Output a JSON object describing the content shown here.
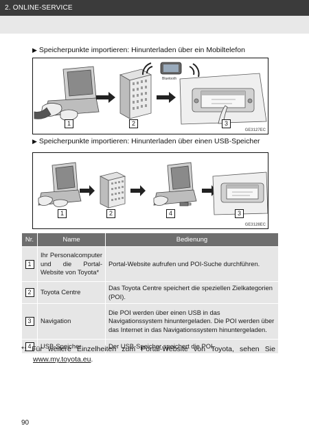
{
  "header": {
    "section": "2. ONLINE-SERVICE"
  },
  "figure1": {
    "caption": "Speicherpunkte importieren: Hinunterladen über ein Mobiltelefon",
    "bluetooth_label": "Bluetooth",
    "numbers": [
      "1",
      "2",
      "3"
    ],
    "code": "GE3127EC"
  },
  "figure2": {
    "caption": "Speicherpunkte importieren: Hinunterladen über einen USB-Speicher",
    "numbers": [
      "1",
      "2",
      "4",
      "3"
    ],
    "code": "GE3128EC"
  },
  "table": {
    "headers": [
      "Nr.",
      "Name",
      "Bedienung"
    ],
    "rows": [
      {
        "nr": "1",
        "name": "Ihr Personalcomputer und die Portal-Website von Toyota*",
        "op": "Portal-Website aufrufen und POI-Suche durchführen."
      },
      {
        "nr": "2",
        "name": "Toyota Centre",
        "op": "Das Toyota Centre speichert die speziellen Zielkategorien (POI)."
      },
      {
        "nr": "3",
        "name": "Navigation",
        "op": "Die POI werden über einen USB in das Navigationssystem hinuntergeladen. Die POI werden über das Internet in das Navigationssystem hinuntergeladen."
      },
      {
        "nr": "4",
        "name": "USB-Speicher",
        "op": "Der USB-Speicher speichert die POI."
      }
    ]
  },
  "footnote": {
    "marker": "*:",
    "words": [
      "Für",
      "weitere",
      "Einzelheiten",
      "zum",
      "Portal-Website",
      "von",
      "Toyota,",
      "sehen",
      "Sie"
    ],
    "link": "www.my.toyota.eu",
    "end": "."
  },
  "page_number": "90"
}
